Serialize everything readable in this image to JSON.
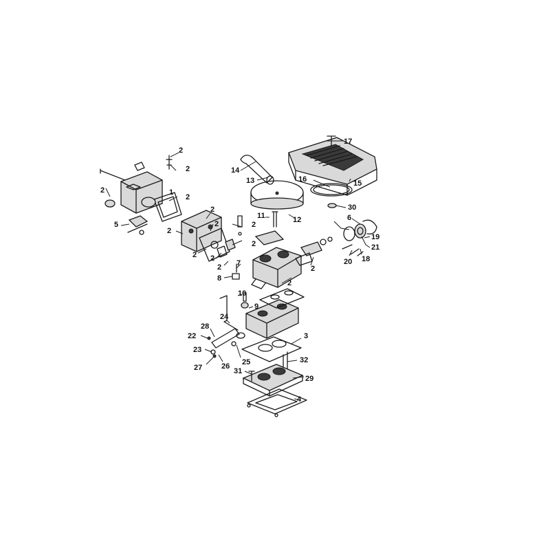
{
  "callouts": [
    {
      "id": "c1",
      "label": "1"
    },
    {
      "id": "c2a",
      "label": "2"
    },
    {
      "id": "c2b",
      "label": "2"
    },
    {
      "id": "c2c",
      "label": "2"
    },
    {
      "id": "c2d",
      "label": "2"
    },
    {
      "id": "c2e",
      "label": "2"
    },
    {
      "id": "c2f",
      "label": "2"
    },
    {
      "id": "c2g",
      "label": "2"
    },
    {
      "id": "c2h",
      "label": "2"
    },
    {
      "id": "c2i",
      "label": "2"
    },
    {
      "id": "c2j",
      "label": "2"
    },
    {
      "id": "c2k",
      "label": "2"
    },
    {
      "id": "c2l",
      "label": "2"
    },
    {
      "id": "c2m",
      "label": "2"
    },
    {
      "id": "c2n",
      "label": "2"
    },
    {
      "id": "c3",
      "label": "3"
    },
    {
      "id": "c4",
      "label": "4"
    },
    {
      "id": "c5",
      "label": "5"
    },
    {
      "id": "c6",
      "label": "6"
    },
    {
      "id": "c7",
      "label": "7"
    },
    {
      "id": "c8",
      "label": "8"
    },
    {
      "id": "c9",
      "label": "9"
    },
    {
      "id": "c10",
      "label": "10"
    },
    {
      "id": "c11",
      "label": "11"
    },
    {
      "id": "c12",
      "label": "12"
    },
    {
      "id": "c13",
      "label": "13"
    },
    {
      "id": "c14",
      "label": "14"
    },
    {
      "id": "c15",
      "label": "15"
    },
    {
      "id": "c16",
      "label": "16"
    },
    {
      "id": "c17",
      "label": "17"
    },
    {
      "id": "c18",
      "label": "18"
    },
    {
      "id": "c19",
      "label": "19"
    },
    {
      "id": "c20",
      "label": "20"
    },
    {
      "id": "c21",
      "label": "21"
    },
    {
      "id": "c22",
      "label": "22"
    },
    {
      "id": "c23",
      "label": "23"
    },
    {
      "id": "c24",
      "label": "24"
    },
    {
      "id": "c25",
      "label": "25"
    },
    {
      "id": "c26",
      "label": "26"
    },
    {
      "id": "c27",
      "label": "27"
    },
    {
      "id": "c28",
      "label": "28"
    },
    {
      "id": "c29",
      "label": "29"
    },
    {
      "id": "c30",
      "label": "30"
    },
    {
      "id": "c31",
      "label": "31"
    },
    {
      "id": "c32",
      "label": "32"
    }
  ]
}
